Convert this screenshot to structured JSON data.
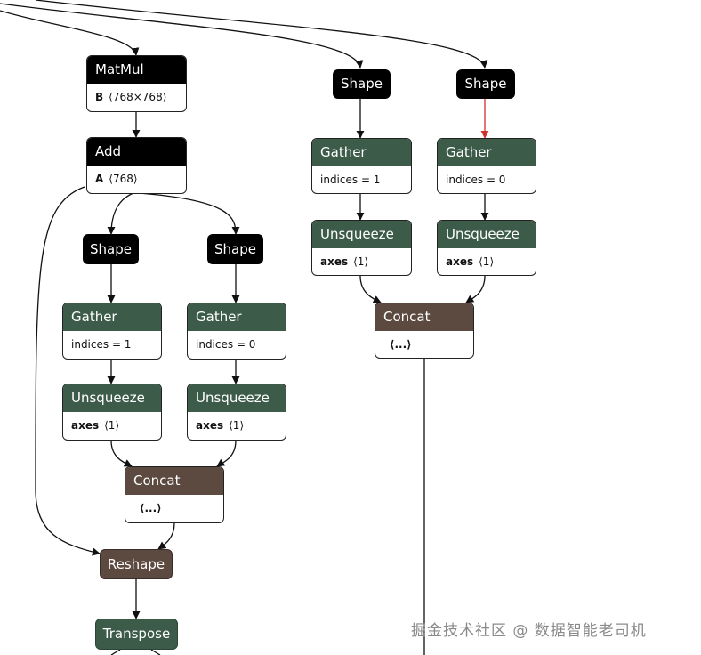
{
  "nodes": {
    "matmul": {
      "title": "MatMul",
      "attr_name": "B",
      "attr_value": "⟨768×768⟩"
    },
    "add": {
      "title": "Add",
      "attr_name": "A",
      "attr_value": "⟨768⟩"
    },
    "shape_left_1": {
      "title": "Shape"
    },
    "shape_left_2": {
      "title": "Shape"
    },
    "gather_left_1": {
      "title": "Gather",
      "attr_value": "indices = 1"
    },
    "gather_left_2": {
      "title": "Gather",
      "attr_value": "indices = 0"
    },
    "unsqueeze_left_1": {
      "title": "Unsqueeze",
      "attr_name": "axes",
      "attr_value": "⟨1⟩"
    },
    "unsqueeze_left_2": {
      "title": "Unsqueeze",
      "attr_name": "axes",
      "attr_value": "⟨1⟩"
    },
    "concat_left": {
      "title": "Concat",
      "attr_value": "⟨...⟩"
    },
    "reshape": {
      "title": "Reshape"
    },
    "transpose": {
      "title": "Transpose"
    },
    "shape_right_1": {
      "title": "Shape"
    },
    "shape_right_2": {
      "title": "Shape"
    },
    "gather_right_1": {
      "title": "Gather",
      "attr_value": "indices = 1"
    },
    "gather_right_2": {
      "title": "Gather",
      "attr_value": "indices = 0"
    },
    "unsqueeze_right_1": {
      "title": "Unsqueeze",
      "attr_name": "axes",
      "attr_value": "⟨1⟩"
    },
    "unsqueeze_right_2": {
      "title": "Unsqueeze",
      "attr_name": "axes",
      "attr_value": "⟨1⟩"
    },
    "concat_right": {
      "title": "Concat",
      "attr_value": "⟨...⟩"
    }
  },
  "colors": {
    "op_black": "#000000",
    "shape_op_green": "#3c5b48",
    "tensor_op_brown": "#5c4940",
    "edge": "#111111",
    "edge_selected": "#d0312d"
  },
  "watermark": "掘金技术社区 @ 数据智能老司机"
}
